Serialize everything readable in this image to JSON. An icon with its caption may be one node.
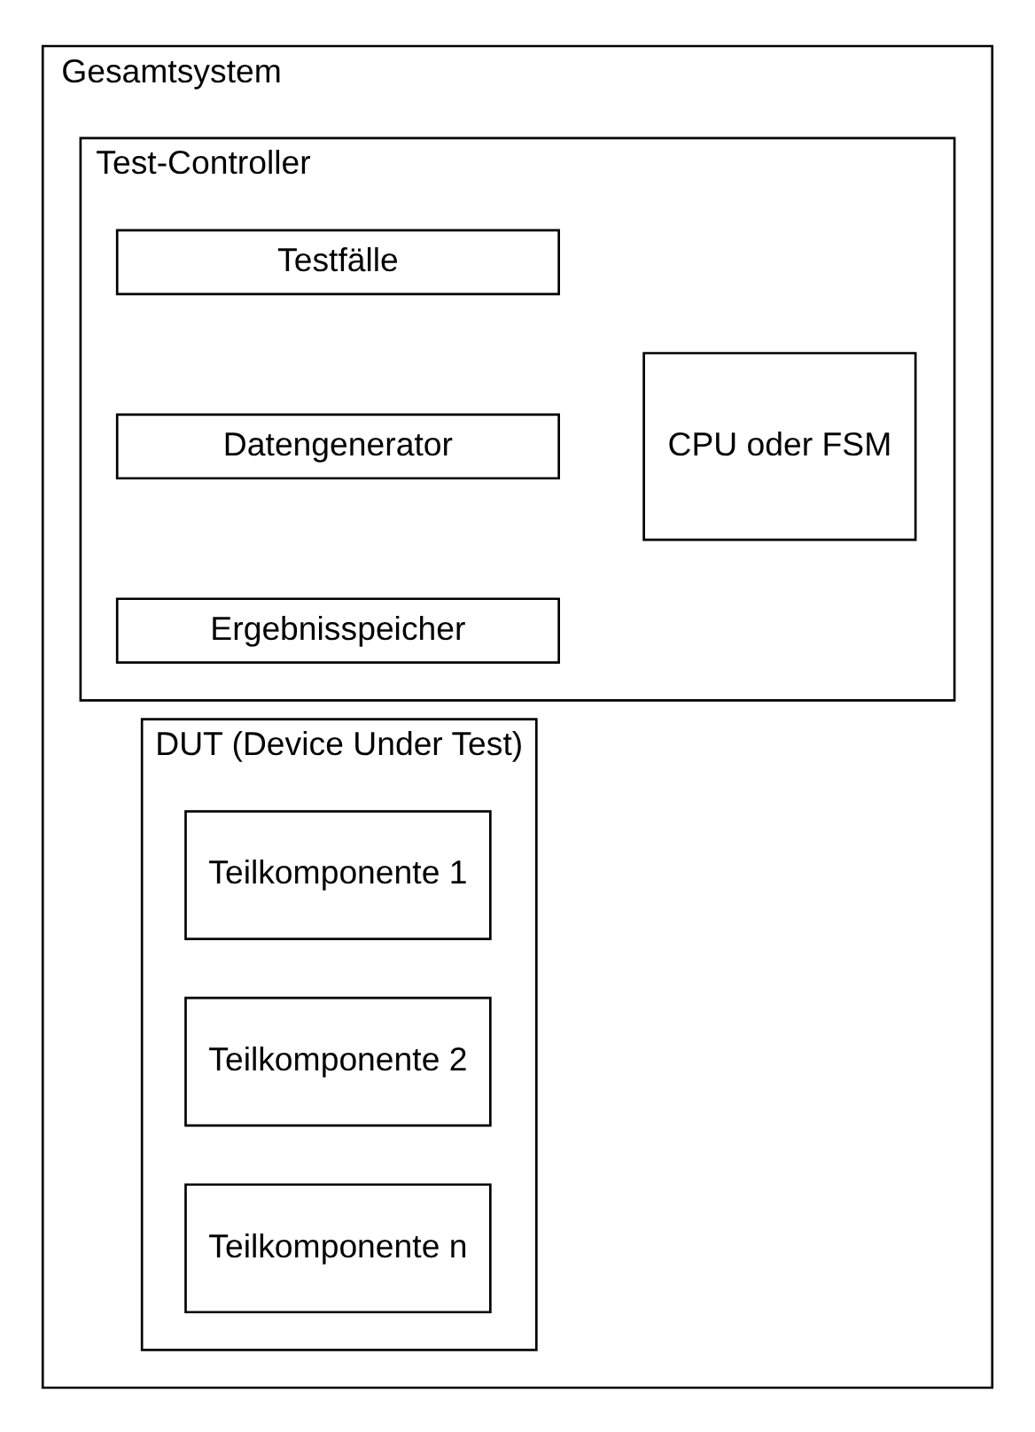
{
  "diagram": {
    "nodes": [
      {
        "text": [
          "Gesamtsystem"
        ]
      },
      {
        "text": [
          "Test-Controller"
        ],
        "in": 0
      },
      {
        "text": [
          "CPU oder FSM"
        ],
        "in": 1
      },
      {
        "text": [
          "Testfälle"
        ],
        "in": 1
      },
      {
        "text": [
          "Datengenerator"
        ],
        "in": 1
      },
      {
        "text": [
          "Ergebnisspeicher"
        ],
        "in": 1
      },
      {
        "text": [
          "DUT (Device Under Test)"
        ],
        "in": 0
      },
      {
        "text": [
          "Teilkomponente 1"
        ],
        "in": 6
      },
      {
        "text": [
          "Teilkomponente 2"
        ],
        "in": 6
      },
      {
        "text": [
          "Teilkomponente n"
        ],
        "in": 6
      }
    ],
    "edges": []
  }
}
